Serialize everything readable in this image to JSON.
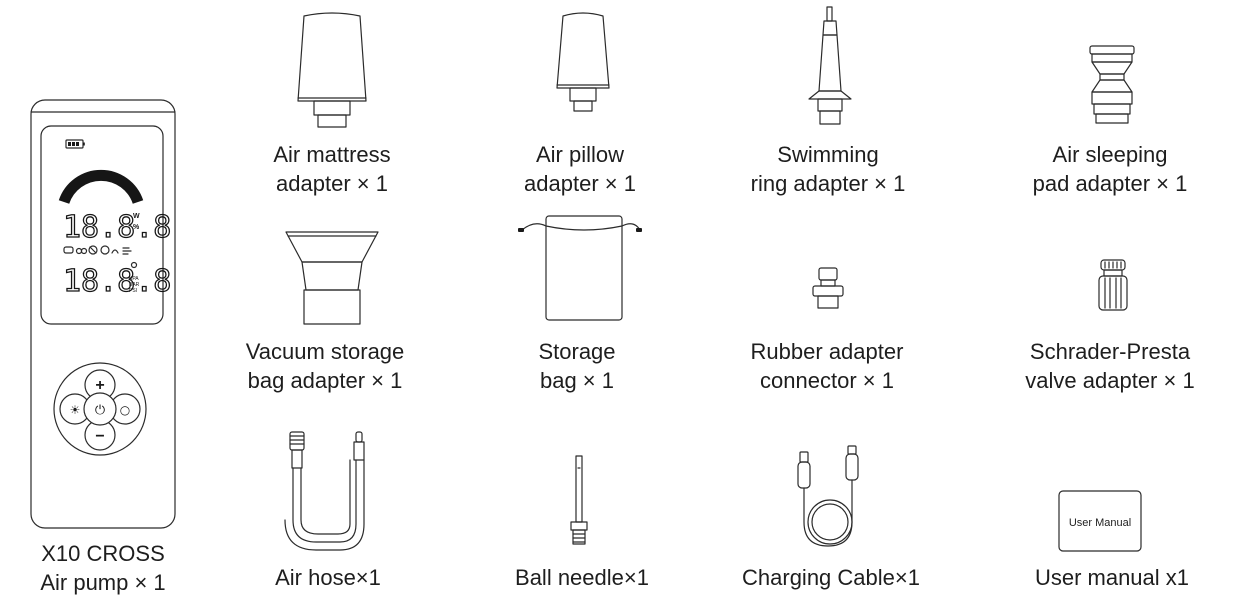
{
  "items": [
    {
      "id": "pump",
      "line1": "X10 CROSS",
      "line2": "Air pump × 1"
    },
    {
      "id": "mattress",
      "line1": "Air mattress",
      "line2": "adapter × 1"
    },
    {
      "id": "pillow",
      "line1": "Air pillow",
      "line2": "adapter × 1"
    },
    {
      "id": "swimming",
      "line1": "Swimming",
      "line2": "ring adapter × 1"
    },
    {
      "id": "sleeping",
      "line1": "Air sleeping",
      "line2": "pad adapter × 1"
    },
    {
      "id": "vacuum",
      "line1": "Vacuum storage",
      "line2": "bag adapter × 1"
    },
    {
      "id": "storage",
      "line1": "Storage",
      "line2": "bag × 1"
    },
    {
      "id": "rubber",
      "line1": "Rubber adapter",
      "line2": "connector × 1"
    },
    {
      "id": "schrader",
      "line1": "Schrader-Presta",
      "line2": "valve adapter × 1"
    },
    {
      "id": "hose",
      "line1": "Air hose×1",
      "line2": ""
    },
    {
      "id": "needle",
      "line1": "Ball needle×1",
      "line2": ""
    },
    {
      "id": "cable",
      "line1": "Charging Cable×1",
      "line2": ""
    },
    {
      "id": "manual",
      "line1": "User manual x1",
      "line2": ""
    }
  ],
  "manual_cover_text": "User Manual",
  "pump_display": {
    "upper_digits": "18.8.8",
    "lower_digits": "18.8.8",
    "unit_w": "W",
    "unit_pct": "%",
    "units": [
      "KPA",
      "BAR",
      "PSI"
    ],
    "buttons": {
      "plus": "+",
      "minus": "−",
      "power": "⏻",
      "light": "☀",
      "mode": "○"
    }
  },
  "colors": {
    "line": "#2b2b2b",
    "text": "#1e1e1e",
    "lcd": "#161616",
    "background": "#ffffff"
  }
}
